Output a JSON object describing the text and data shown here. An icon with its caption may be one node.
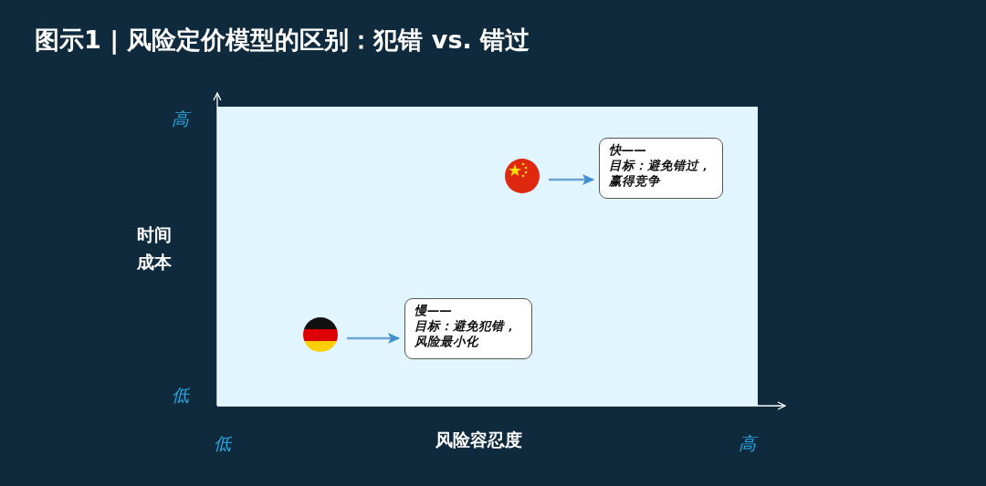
{
  "diagram": {
    "title": "图示1 | 风险定价模型的区别：犯错 vs. 错过",
    "nodes": [
      {
        "text": [],
        "shape": "picture"
      },
      {
        "text": [
          "快——",
          "目标：避免错过，赢得竞争"
        ]
      },
      {
        "text": [],
        "shape": "picture"
      },
      {
        "text": [
          "慢——",
          "目标：避免犯错，风险最小化"
        ]
      }
    ],
    "edges": [
      {
        "from": 0,
        "to": 1,
        "arrow": "to"
      },
      {
        "from": 2,
        "to": 3,
        "arrow": "to"
      }
    ],
    "labels": [
      "高",
      "时间成本",
      "低",
      "低",
      "风险容忍度",
      "高"
    ]
  }
}
